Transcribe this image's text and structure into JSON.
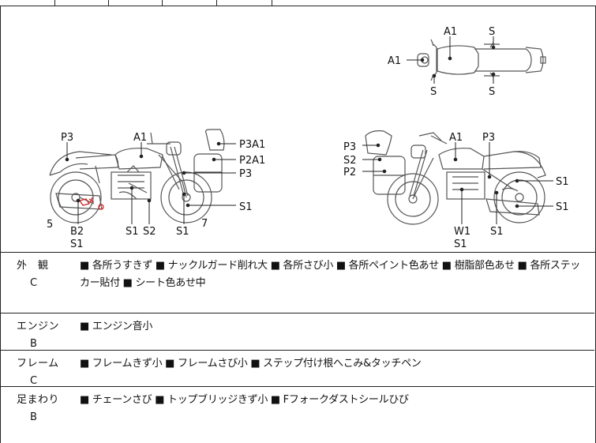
{
  "diagram": {
    "top_view": {
      "labels": [
        "A1",
        "S",
        "A1",
        "S",
        "S"
      ]
    },
    "left_side": {
      "labels": [
        "P3",
        "A1",
        "P3A1",
        "P2A1",
        "P3",
        "S1",
        "5",
        "B2",
        "S1",
        "S1",
        "S2",
        "S1",
        "7"
      ]
    },
    "right_side": {
      "labels": [
        "P3",
        "S2",
        "P2",
        "A1",
        "P3",
        "S1",
        "S1",
        "W1",
        "S1",
        "S1"
      ]
    }
  },
  "rows": [
    {
      "category": "外　観",
      "grade": "C",
      "notes": "■ 各所うすきず ■ ナックルガード削れ大 ■ 各所さび小 ■ 各所ペイント色あせ ■ 樹脂部色あせ ■ 各所ステッカー貼付 ■ シート色あせ中"
    },
    {
      "category": "エンジン",
      "grade": "B",
      "notes": "■ エンジン音小"
    },
    {
      "category": "フレーム",
      "grade": "C",
      "notes": "■ フレームきず小 ■ フレームさび小 ■ ステップ付け根へこみ&タッチペン"
    },
    {
      "category": "足まわり",
      "grade": "B",
      "notes": "■ チェーンさび ■ トップブリッジきず小 ■ Fフォークダストシールひび"
    }
  ]
}
